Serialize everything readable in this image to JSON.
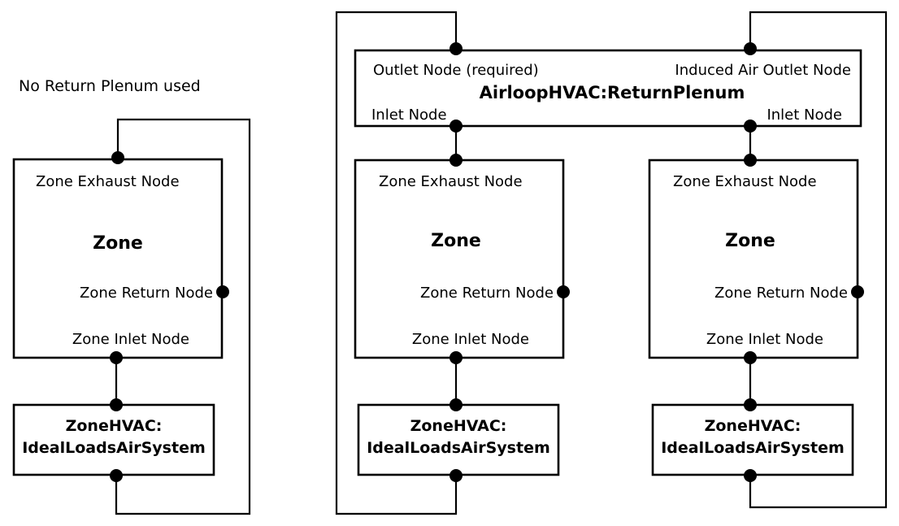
{
  "diagram": {
    "caption_left": "No Return Plenum used",
    "left_group": {
      "zone": {
        "exhaust_label": "Zone Exhaust Node",
        "title": "Zone",
        "return_label": "Zone Return Node",
        "inlet_label": "Zone Inlet Node"
      },
      "equipment": {
        "line1": "ZoneHVAC:",
        "line2": "IdealLoadsAirSystem"
      }
    },
    "plenum": {
      "outlet_label": "Outlet Node (required)",
      "induced_label": "Induced Air Outlet Node",
      "title": "AirloopHVAC:ReturnPlenum",
      "inlet_label_left": "Inlet Node",
      "inlet_label_right": "Inlet Node"
    },
    "right_group": {
      "zone_middle": {
        "exhaust_label": "Zone Exhaust Node",
        "title": "Zone",
        "return_label": "Zone Return Node",
        "inlet_label": "Zone Inlet Node"
      },
      "equipment_middle": {
        "line1": "ZoneHVAC:",
        "line2": "IdealLoadsAirSystem"
      },
      "zone_right": {
        "exhaust_label": "Zone Exhaust Node",
        "title": "Zone",
        "return_label": "Zone Return Node",
        "inlet_label": "Zone Inlet Node"
      },
      "equipment_right": {
        "line1": "ZoneHVAC:",
        "line2": "IdealLoadsAirSystem"
      }
    },
    "colors": {
      "stroke": "#000000",
      "fill": "#ffffff",
      "text": "#000000"
    }
  }
}
